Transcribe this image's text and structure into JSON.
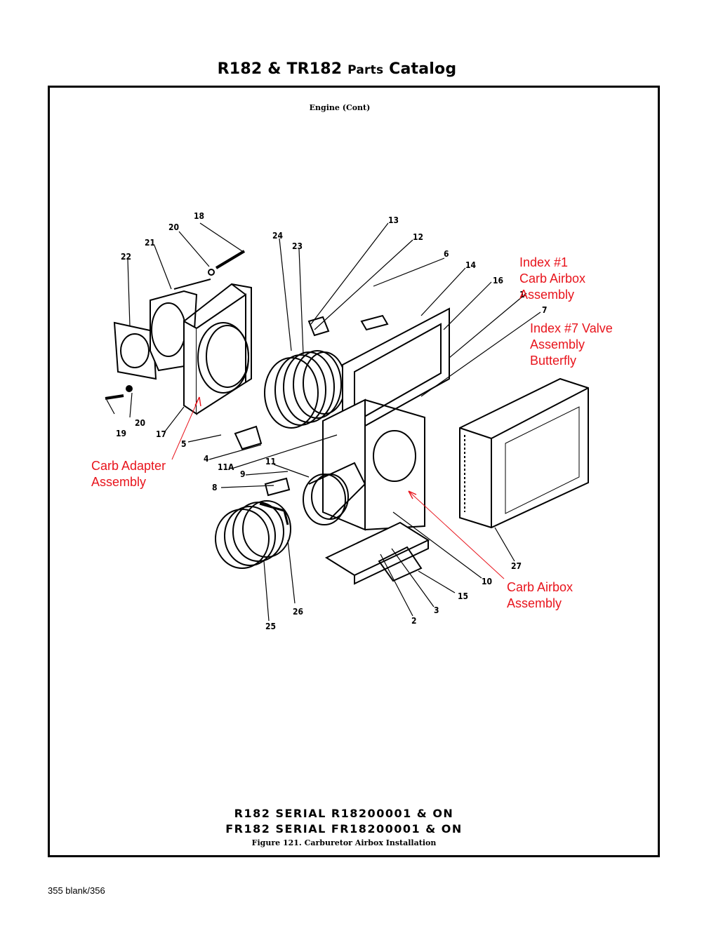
{
  "header": {
    "title_main": "R182 & TR182",
    "title_parts": "Parts",
    "title_catalog": "Catalog"
  },
  "section": {
    "title": "Engine (Cont)"
  },
  "colors": {
    "ink": "#000000",
    "annotation": "#e8141c"
  },
  "callouts": [
    "18",
    "20",
    "21",
    "22",
    "24",
    "23",
    "13",
    "12",
    "6",
    "14",
    "16",
    "1",
    "7",
    "20",
    "19",
    "17",
    "5",
    "4",
    "11A",
    "9",
    "11",
    "8",
    "10",
    "15",
    "3",
    "2",
    "26",
    "25",
    "27"
  ],
  "annotations": {
    "index1": [
      "Index #1",
      "Carb Airbox",
      "Assembly"
    ],
    "index7": [
      "Index #7 Valve",
      "Assembly",
      "Butterfly"
    ],
    "carb_adapter": [
      "Carb Adapter",
      "Assembly"
    ],
    "carb_airbox": [
      "Carb Airbox",
      "Assembly"
    ]
  },
  "footer": {
    "serial_1": "R182  SERIAL  R18200001  &  ON",
    "serial_2": "FR182  SERIAL  FR18200001  &  ON",
    "figure_caption": "Figure 121.   Carburetor Airbox Installation",
    "page_number": "355 blank/356"
  }
}
